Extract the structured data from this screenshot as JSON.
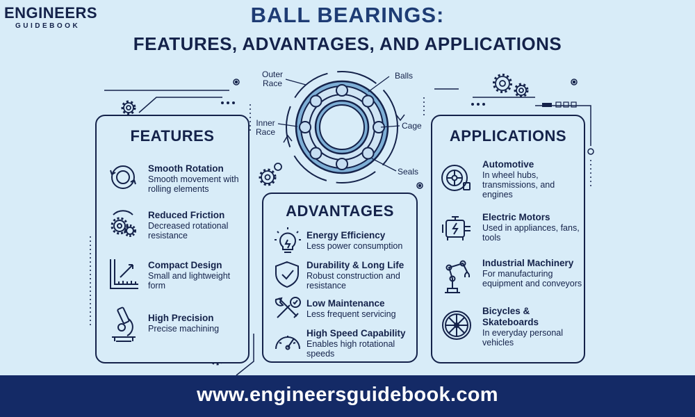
{
  "logo": {
    "main": "ENGINEERS",
    "sub": "GUIDEBOOK"
  },
  "title": {
    "line1": "BALL BEARINGS:",
    "line2": "FEATURES, ADVANTAGES, AND APPLICATIONS"
  },
  "diagram": {
    "outer_race": "Outer\nRace",
    "inner_race": "Inner\nRace",
    "balls": "Balls",
    "cage": "Cage",
    "seals": "Seals"
  },
  "features": {
    "title": "FEATURES",
    "items": [
      {
        "title": "Smooth Rotation",
        "desc": "Smooth movement with rolling elements",
        "icon": "rotation-icon"
      },
      {
        "title": "Reduced Friction",
        "desc": "Decreased rotational resistance",
        "icon": "gears-icon"
      },
      {
        "title": "Compact Design",
        "desc": "Small and lightweight form",
        "icon": "ruler-icon"
      },
      {
        "title": "High Precision",
        "desc": "Precise machining",
        "icon": "microscope-icon"
      }
    ]
  },
  "advantages": {
    "title": "ADVANTAGES",
    "items": [
      {
        "title": "Energy Efficiency",
        "desc": "Less power consumption",
        "icon": "lightbulb-icon"
      },
      {
        "title": "Durability & Long Life",
        "desc": "Robust construction and resistance",
        "icon": "shield-icon"
      },
      {
        "title": "Low Maintenance",
        "desc": "Less frequent servicing",
        "icon": "tools-icon"
      },
      {
        "title": "High Speed Capability",
        "desc": "Enables high rotational speeds",
        "icon": "speedometer-icon"
      }
    ]
  },
  "applications": {
    "title": "APPLICATIONS",
    "items": [
      {
        "title": "Automotive",
        "desc": "In wheel hubs, transmissions, and engines",
        "icon": "wheel-icon"
      },
      {
        "title": "Electric Motors",
        "desc": "Used in appliances, fans, tools",
        "icon": "motor-icon"
      },
      {
        "title": "Industrial Machinery",
        "desc": "For manufacturing equipment and conveyors",
        "icon": "robot-arm-icon"
      },
      {
        "title": "Bicycles & Skateboards",
        "desc": "In everyday personal vehicles",
        "icon": "bicycle-wheel-icon"
      }
    ]
  },
  "footer": {
    "url": "www.engineersguidebook.com"
  },
  "colors": {
    "background": "#d8ecf8",
    "ink": "#14224a",
    "title_blue": "#1e3c74",
    "footer": "#142a66"
  }
}
